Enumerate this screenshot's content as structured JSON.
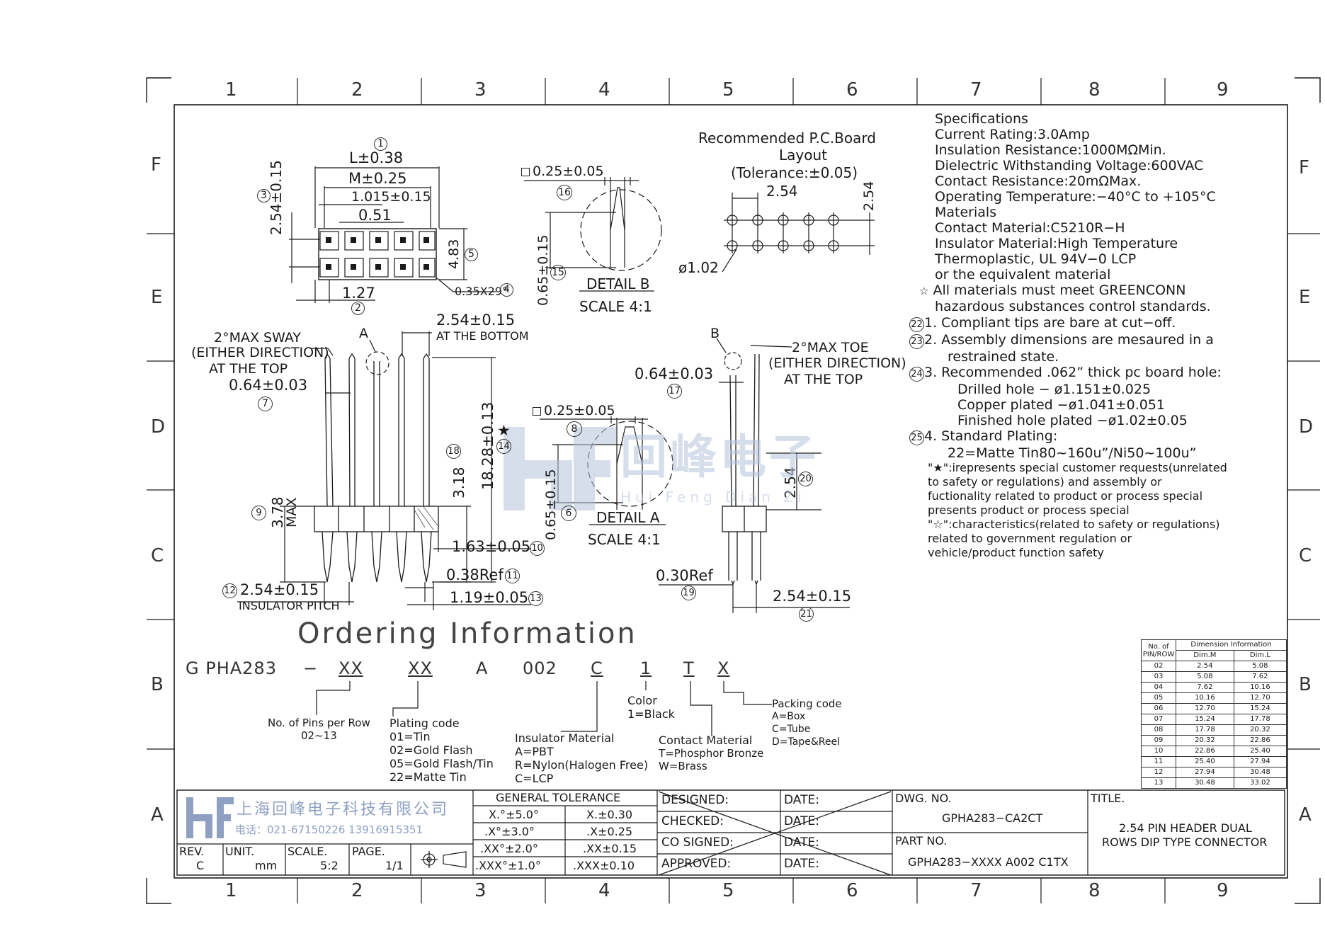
{
  "zones": {
    "columns": [
      "1",
      "2",
      "3",
      "4",
      "5",
      "6",
      "7",
      "8",
      "9"
    ],
    "rows": [
      "F",
      "E",
      "D",
      "C",
      "B",
      "A"
    ]
  },
  "top_view": {
    "balloon_1": "1",
    "dim_L": "L±0.38",
    "dim_M": "M±0.25",
    "dim_1015": "1.015±0.15",
    "dim_051": "0.51",
    "dim_254_vert": "2.54±0.15",
    "balloon_3": "3",
    "dim_483": "4.83",
    "balloon_5": "5",
    "dim_127": "1.27",
    "balloon_2": "2",
    "chamfer": "0.35X29°",
    "balloon_4": "4"
  },
  "detail_b": {
    "square": "0.25±0.05",
    "balloon_16": "16",
    "dim_065": "0.65±0.15",
    "balloon_15": "15",
    "label": "DETAIL B",
    "scale": "SCALE 4:1"
  },
  "pcb": {
    "title": "Recommended P.C.Board",
    "title2": "Layout",
    "tolerance": "(Tolerance:±0.05)",
    "pitch_h": "2.54",
    "pitch_v": "2.54",
    "hole": "ø1.02"
  },
  "specs": {
    "lines": [
      "Specifications",
      "Current Rating:3.0Amp",
      "Insulation Resistance:1000MΩMin.",
      "Dielectric Withstanding Voltage:600VAC",
      "Contact Resistance:20mΩMax.",
      "Operating Temperature:−40°C to +105°C",
      "Materials",
      "Contact Material:C5210R−H",
      "Insulator Material:High Temperature",
      "Thermoplastic, UL 94V−0 LCP",
      "or the equivalent material"
    ],
    "star_note_1": "All materials must meet GREENCONN",
    "star_note_2": "hazardous substances control standards.",
    "notes": [
      {
        "balloon": "22",
        "text": "1. Compliant tips are bare at cut−off."
      },
      {
        "balloon": "23",
        "text": "2. Assembly dimensions are mesaured in a"
      },
      {
        "balloon": "",
        "text": "restrained state."
      },
      {
        "balloon": "24",
        "text": "3. Recommended .062” thick pc board hole:"
      },
      {
        "balloon": "",
        "text": "Drilled hole − ø1.151±0.025"
      },
      {
        "balloon": "",
        "text": "Copper plated −ø1.041±0.051"
      },
      {
        "balloon": "",
        "text": "Finished hole plated −ø1.02±0.05"
      },
      {
        "balloon": "25",
        "text": "4. Standard Plating:"
      },
      {
        "balloon": "",
        "text": "22=Matte Tin80~160u”/Ni50~100u”"
      }
    ],
    "filled_star_lines": [
      "\"★\":irepresents special customer requests(unrelated",
      "to safety or regulations) and assembly or",
      "fuctionality related to product or process special",
      "presents product or process special"
    ],
    "open_star_lines": [
      "\"☆\":characteristics(related to safety or regulations)",
      "related to government regulation or",
      "vehicle/product function safety"
    ]
  },
  "front_view": {
    "sway_1": "2°MAX SWAY",
    "sway_2": "(EITHER DIRECTION)",
    "sway_3": "AT THE TOP",
    "marker_a": "A",
    "dim_064": "0.64±0.03",
    "balloon_7": "7",
    "dim_254_bottom": "2.54±0.15",
    "at_bottom": "AT THE BOTTOM",
    "dim_1828": "18.28±0.13",
    "balloon_14": "14",
    "balloon_18": "18",
    "dim_318": "3.18",
    "dim_378": "3.78",
    "max": "MAX",
    "balloon_9": "9",
    "dim_163": "1.63±0.05",
    "balloon_10": "10",
    "dim_038": "0.38Ref",
    "balloon_11": "11",
    "balloon_12": "12",
    "dim_254_ins": "2.54±0.15",
    "ins_pitch": "INSULATOR PITCH",
    "dim_119": "1.19±0.05",
    "balloon_13": "13"
  },
  "detail_a": {
    "square": "0.25±0.05",
    "balloon_8": "8",
    "dim_065": "0.65±0.15",
    "balloon_6": "6",
    "label": "DETAIL A",
    "scale": "SCALE 4:1"
  },
  "side_view": {
    "marker_b": "B",
    "toe_1": "2°MAX TOE",
    "toe_2": "(EITHER DIRECTION)",
    "toe_3": "AT THE TOP",
    "dim_064": "0.64±0.03",
    "balloon_17": "17",
    "dim_254": "2.54",
    "balloon_20": "20",
    "dim_030": "0.30Ref",
    "balloon_19": "19",
    "dim_254_b": "2.54±0.15",
    "balloon_21": "21"
  },
  "watermark": {
    "cn": "回峰电子",
    "en": "Hui Feng Dian Zi"
  },
  "ordering": {
    "title": "Ordering Information",
    "code": [
      "G PHA283",
      "−",
      "XX",
      "XX",
      "A",
      "002",
      "C",
      "1",
      "T",
      "X"
    ],
    "pins": {
      "title": "No. of Pins per Row",
      "range": "02~13"
    },
    "plating": {
      "title": "Plating code",
      "opts": [
        "01=Tin",
        "02=Gold Flash",
        "05=Gold Flash/Tin",
        "22=Matte Tin"
      ]
    },
    "insulator": {
      "title": "Insulator Material",
      "opts": [
        "A=PBT",
        "R=Nylon(Halogen Free)",
        "C=LCP"
      ]
    },
    "color": {
      "title": "Color",
      "opts": [
        "1=Black"
      ]
    },
    "contact": {
      "title": "Contact Material",
      "opts": [
        "T=Phosphor Bronze",
        "W=Brass"
      ]
    },
    "packing": {
      "title": "Packing code",
      "opts": [
        "A=Box",
        "C=Tube",
        "D=Tape&Reel"
      ]
    }
  },
  "dim_table": {
    "h1": "No. of",
    "h1b": "PIN/ROW",
    "h2": "Dimension Information",
    "sub_m": "Dim.M",
    "sub_l": "Dim.L",
    "rows": [
      [
        "02",
        "2.54",
        "5.08"
      ],
      [
        "03",
        "5.08",
        "7.62"
      ],
      [
        "04",
        "7.62",
        "10.16"
      ],
      [
        "05",
        "10.16",
        "12.70"
      ],
      [
        "06",
        "12.70",
        "15.24"
      ],
      [
        "07",
        "15.24",
        "17.78"
      ],
      [
        "08",
        "17.78",
        "20.32"
      ],
      [
        "09",
        "20.32",
        "22.86"
      ],
      [
        "10",
        "22.86",
        "25.40"
      ],
      [
        "11",
        "25.40",
        "27.94"
      ],
      [
        "12",
        "27.94",
        "30.48"
      ],
      [
        "13",
        "30.48",
        "33.02"
      ]
    ]
  },
  "title_block": {
    "company": "上海回峰电子科技有限公司",
    "phone": "电话：021-67150226  13916915351",
    "rev_label": "REV.",
    "rev": "C",
    "unit_label": "UNIT.",
    "unit": "mm",
    "scale_label": "SCALE.",
    "scale": "5:2",
    "page_label": "PAGE.",
    "page": "1/1",
    "general_tolerance": "GENERAL TOLERANCE",
    "tol": [
      [
        "X.°±5.0°",
        "X.±0.30"
      ],
      [
        ".X°±3.0°",
        ".X±0.25"
      ],
      [
        ".XX°±2.0°",
        ".XX±0.15"
      ],
      [
        ".XXX°±1.0°",
        ".XXX±0.10"
      ]
    ],
    "signoff": [
      "DESIGNED:",
      "CHECKED:",
      "CO SIGNED:",
      "APPROVED:"
    ],
    "date": "DATE:",
    "dwg_label": "DWG. NO.",
    "dwg": "GPHA283−CA2CT",
    "part_label": "PART NO.",
    "part": "GPHA283−XXXX A002 C1TX",
    "title_label": "TITLE.",
    "title_1": "2.54 PIN HEADER DUAL",
    "title_2": "ROWS DIP TYPE CONNECTOR"
  }
}
